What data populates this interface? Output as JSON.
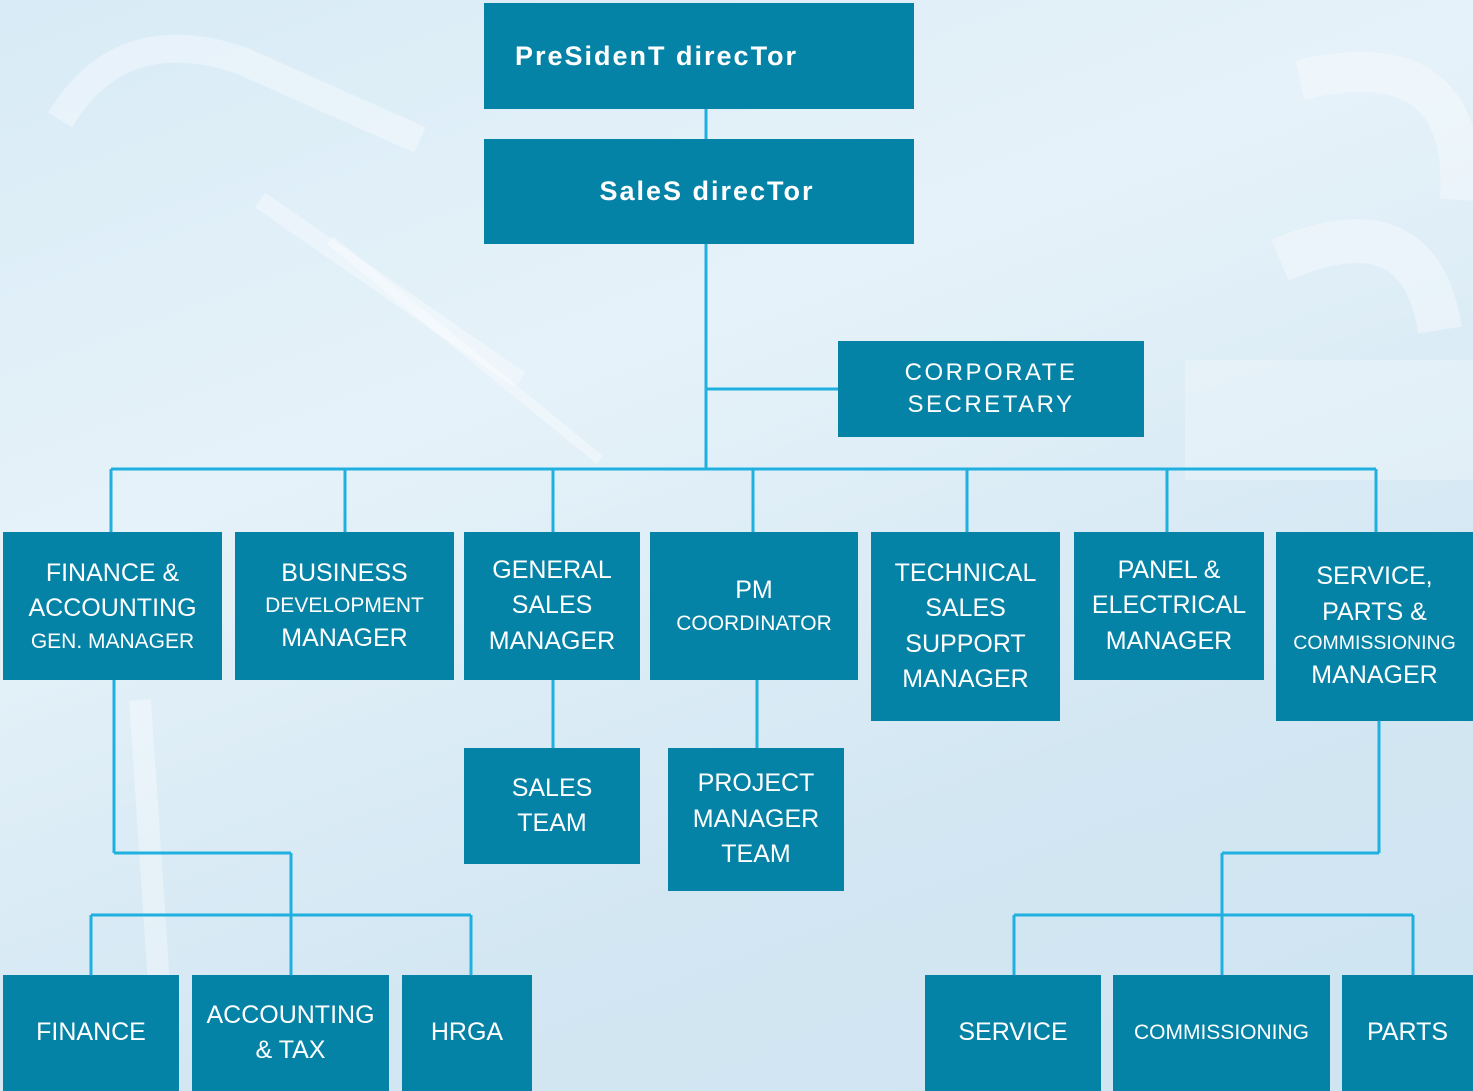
{
  "colors": {
    "box": "#0583a7",
    "connector": "#1fb0e0",
    "background": "#dcedf7"
  },
  "top": {
    "president": "PreSidenT direcTor",
    "sales_director": "SaleS direcTor",
    "corporate_secretary": [
      "CORPORATE",
      "SECRETARY"
    ]
  },
  "managers": {
    "finance": [
      "FINANCE &",
      "ACCOUNTING",
      "GEN. MANAGER"
    ],
    "business": [
      "BUSINESS",
      "DEVELOPMENT",
      "MANAGER"
    ],
    "general_sales": [
      "GENERAL",
      "SALES",
      "MANAGER"
    ],
    "pm": [
      "PM",
      "COORDINATOR"
    ],
    "technical": [
      "TECHNICAL",
      "SALES",
      "SUPPORT",
      "MANAGER"
    ],
    "panel": [
      "PANEL &",
      "ELECTRICAL",
      "MANAGER"
    ],
    "service": [
      "SERVICE,",
      "PARTS &",
      "COMMISSIONING",
      "MANAGER"
    ]
  },
  "teams": {
    "sales_team": [
      "SALES",
      "TEAM"
    ],
    "project_team": [
      "PROJECT",
      "MANAGER",
      "TEAM"
    ]
  },
  "bottom": {
    "finance": "FINANCE",
    "accounting": [
      "ACCOUNTING",
      "& TAX"
    ],
    "hrga": "HRGA",
    "service": "SERVICE",
    "commissioning": "COMMISSIONING",
    "parts": "PARTS"
  }
}
